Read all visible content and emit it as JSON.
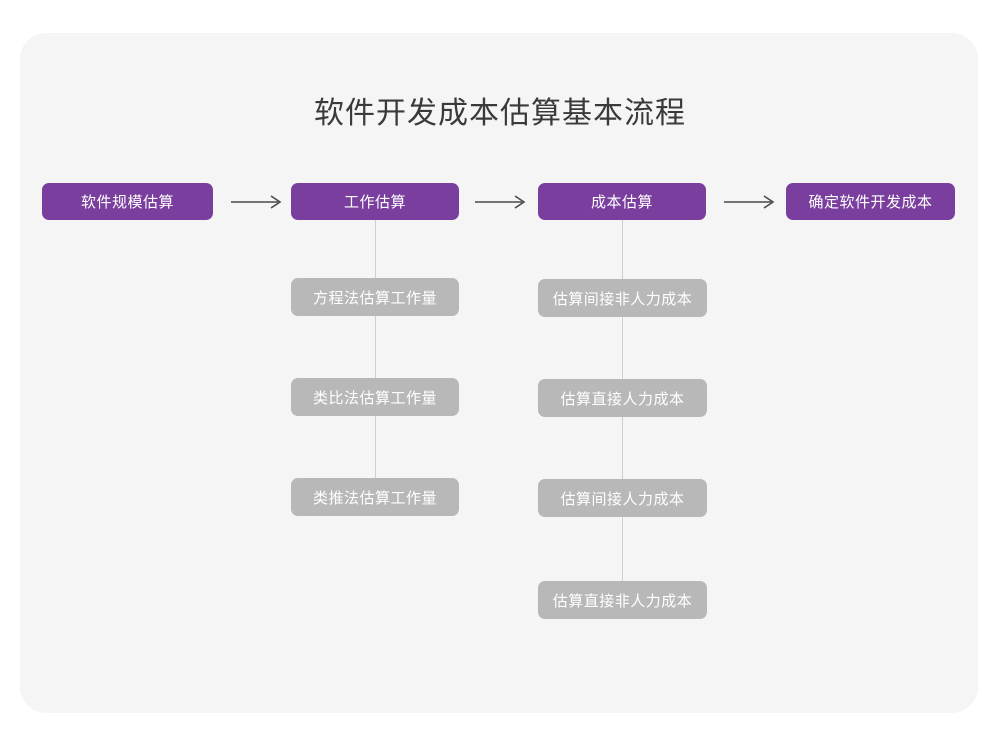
{
  "page": {
    "background_color": "#ffffff",
    "card_color": "#f5f5f5"
  },
  "header": {
    "title": "软件开发成本估算基本流程"
  },
  "colors": {
    "primary": "#7a3f9e",
    "secondary": "#b8b8b8",
    "title_text": "#3a3a3a",
    "node_text": "#ffffff",
    "connector": "#cfcfcf",
    "arrow": "#4a4a4a"
  },
  "flow": {
    "main_steps": [
      {
        "label": "软件规模估算",
        "type": "primary"
      },
      {
        "label": "工作估算",
        "type": "primary"
      },
      {
        "label": "成本估算",
        "type": "primary"
      },
      {
        "label": "确定软件开发成本",
        "type": "primary"
      }
    ],
    "arrows": [
      {
        "name": "arrow-1",
        "glyph": "arrow-right-icon"
      },
      {
        "name": "arrow-2",
        "glyph": "arrow-right-icon"
      },
      {
        "name": "arrow-3",
        "glyph": "arrow-right-icon"
      }
    ],
    "branches": [
      {
        "parent": "工作估算",
        "items": [
          "方程法估算工作量",
          "类比法估算工作量",
          "类推法估算工作量"
        ]
      },
      {
        "parent": "成本估算",
        "items": [
          "估算间接非人力成本",
          "估算直接人力成本",
          "估算间接人力成本",
          "估算直接非人力成本"
        ]
      }
    ]
  },
  "chart_data": {
    "type": "table",
    "title": "软件开发成本估算基本流程",
    "categories": [
      "软件规模估算",
      "工作估算",
      "成本估算",
      "确定软件开发成本"
    ],
    "series": [
      {
        "name": "工作估算",
        "values": [
          "方程法估算工作量",
          "类比法估算工作量",
          "类推法估算工作量"
        ]
      },
      {
        "name": "成本估算",
        "values": [
          "估算间接非人力成本",
          "估算直接人力成本",
          "估算间接人力成本",
          "估算直接非人力成本"
        ]
      }
    ]
  }
}
